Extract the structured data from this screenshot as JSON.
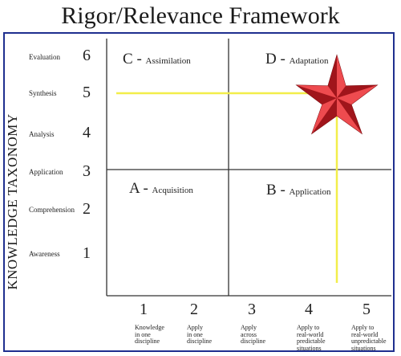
{
  "title": "Rigor/Relevance Framework",
  "side_label": "KNOWLEDGE TAXONOMY",
  "knowledge_levels": [
    {
      "num": "6",
      "name": "Evaluation"
    },
    {
      "num": "5",
      "name": "Synthesis"
    },
    {
      "num": "4",
      "name": "Analysis"
    },
    {
      "num": "3",
      "name": "Application"
    },
    {
      "num": "2",
      "name": "Comprehension"
    },
    {
      "num": "1",
      "name": "Awareness"
    }
  ],
  "application_levels": [
    {
      "num": "1",
      "lines": [
        "Knowledge",
        "in one",
        "discipline"
      ]
    },
    {
      "num": "2",
      "lines": [
        "Apply",
        "in one",
        "discipline"
      ]
    },
    {
      "num": "3",
      "lines": [
        "Apply",
        "across",
        "discipline"
      ]
    },
    {
      "num": "4",
      "lines": [
        "Apply to",
        "real-world",
        "predictable",
        "situations"
      ]
    },
    {
      "num": "5",
      "lines": [
        "Apply to",
        "real-world",
        "unpredictable",
        "situations"
      ]
    }
  ],
  "quadrants": {
    "c": {
      "letter": "C",
      "sep": " - ",
      "label": "Assimilation"
    },
    "d": {
      "letter": "D",
      "sep": " - ",
      "label": "Adaptation"
    },
    "a": {
      "letter": "A",
      "sep": " - ",
      "label": "Acquisition"
    },
    "b": {
      "letter": "B",
      "sep": " - ",
      "label": "Application"
    }
  },
  "highlight": {
    "knowledge_level": 5,
    "application_level": 4.5
  },
  "colors": {
    "border": "#1f2f8f",
    "highlight_line": "#f2ee4a",
    "star_fill": "#d51f27",
    "star_dark": "#7a0c10",
    "grid": "#333333"
  }
}
